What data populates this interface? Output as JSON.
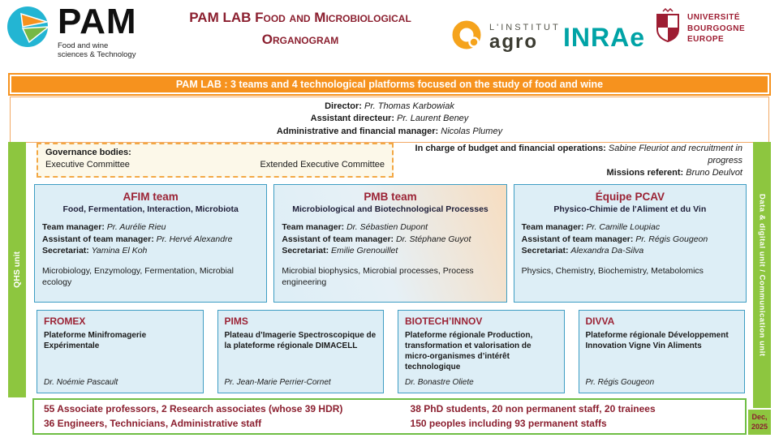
{
  "colors": {
    "orange": "#f6921e",
    "green": "#8dc63f",
    "green-border": "#6fbe44",
    "teal-border": "#3e9dc3",
    "box-bg": "#ddeef6",
    "maroon": "#8b1f2f",
    "inrae-teal": "#00a3a6",
    "ube-red": "#9d1d32"
  },
  "header": {
    "pam": {
      "name": "PAM",
      "tagline1": "Food and wine",
      "tagline2": "sciences & Technology"
    },
    "title1": "PAM LAB Food and Microbiological",
    "title2": "Organogram",
    "agro": {
      "line1": "L'institut",
      "line2": "agro"
    },
    "inrae": "INRAe",
    "ube": {
      "line1": "Université",
      "line2": "Bourgogne",
      "line3": "Europe"
    }
  },
  "banner": {
    "text": "PAM LAB : 3 teams and 4 technological platforms focused on the study of food and wine"
  },
  "direction": {
    "lines": [
      {
        "label": "Director:",
        "value": "Pr. Thomas Karbowiak"
      },
      {
        "label": "Assistant directeur:",
        "value": "Pr. Laurent Beney"
      },
      {
        "label": "Administrative and financial manager:",
        "value": "Nicolas Plumey"
      }
    ]
  },
  "side_bars": {
    "left": "QHS unit",
    "right": "Data & digital unit / Communication unit"
  },
  "governance": {
    "title": "Governance bodies:",
    "item1": "Executive Committee",
    "item2": "Extended Executive Committee"
  },
  "budget": {
    "label1": "In charge of budget and financial operations:",
    "value1": "Sabine Fleuriot and recruitment in progress",
    "label2": "Missions referent:",
    "value2": "Bruno Deulvot"
  },
  "labels": {
    "manager": "Team manager:",
    "assistant": "Assistant of team manager:",
    "secretariat": "Secretariat:"
  },
  "teams": [
    {
      "name": "AFIM team",
      "subtitle": "Food, Fermentation, Interaction, Microbiota",
      "manager": "Pr. Aurélie Rieu",
      "assistant": "Pr. Hervé Alexandre",
      "secretariat": "Yamina El Koh",
      "keywords": "Microbiology, Enzymology, Fermentation, Microbial ecology"
    },
    {
      "name": "PMB team",
      "subtitle": "Microbiological and Biotechnological Processes",
      "manager": "Dr. Sébastien Dupont",
      "assistant": "Dr. Stéphane Guyot",
      "secretariat": "Emilie Grenouillet",
      "keywords": "Microbial biophysics, Microbial processes, Process engineering"
    },
    {
      "name": "Équipe PCAV",
      "subtitle": "Physico-Chimie de l'Aliment et du Vin",
      "manager": "Pr. Camille Loupiac",
      "assistant": "Pr. Régis Gougeon",
      "secretariat": "Alexandra Da-Silva",
      "keywords": "Physics, Chemistry, Biochemistry, Metabolomics"
    }
  ],
  "platforms": [
    {
      "name": "FROMEX",
      "description": "Plateforme Minifromagerie Expérimentale",
      "manager": "Dr. Noémie Pascault"
    },
    {
      "name": "PIMS",
      "description": "Plateau d’Imagerie Spectroscopique de la plateforme régionale DIMACELL",
      "manager": "Pr. Jean-Marie Perrier-Cornet"
    },
    {
      "name": "BIOTECH’INNOV",
      "description": "Plateforme régionale Production, transformation et valorisation de micro-organismes d’intérêt technologique",
      "manager": "Dr. Bonastre Oliete"
    },
    {
      "name": "DIVVA",
      "description": "Plateforme régionale Développement Innovation Vigne Vin Aliments",
      "manager": "Pr. Régis Gougeon"
    }
  ],
  "footer": {
    "left": [
      "55 Associate professors, 2 Research associates (whose 39 HDR)",
      "36 Engineers, Technicians, Administrative staff"
    ],
    "right": [
      "38 PhD students, 20 non permanent staff, 20 trainees",
      "150 peoples including 93 permanent staffs"
    ],
    "date_line1": "Dec,",
    "date_line2": "2025"
  }
}
